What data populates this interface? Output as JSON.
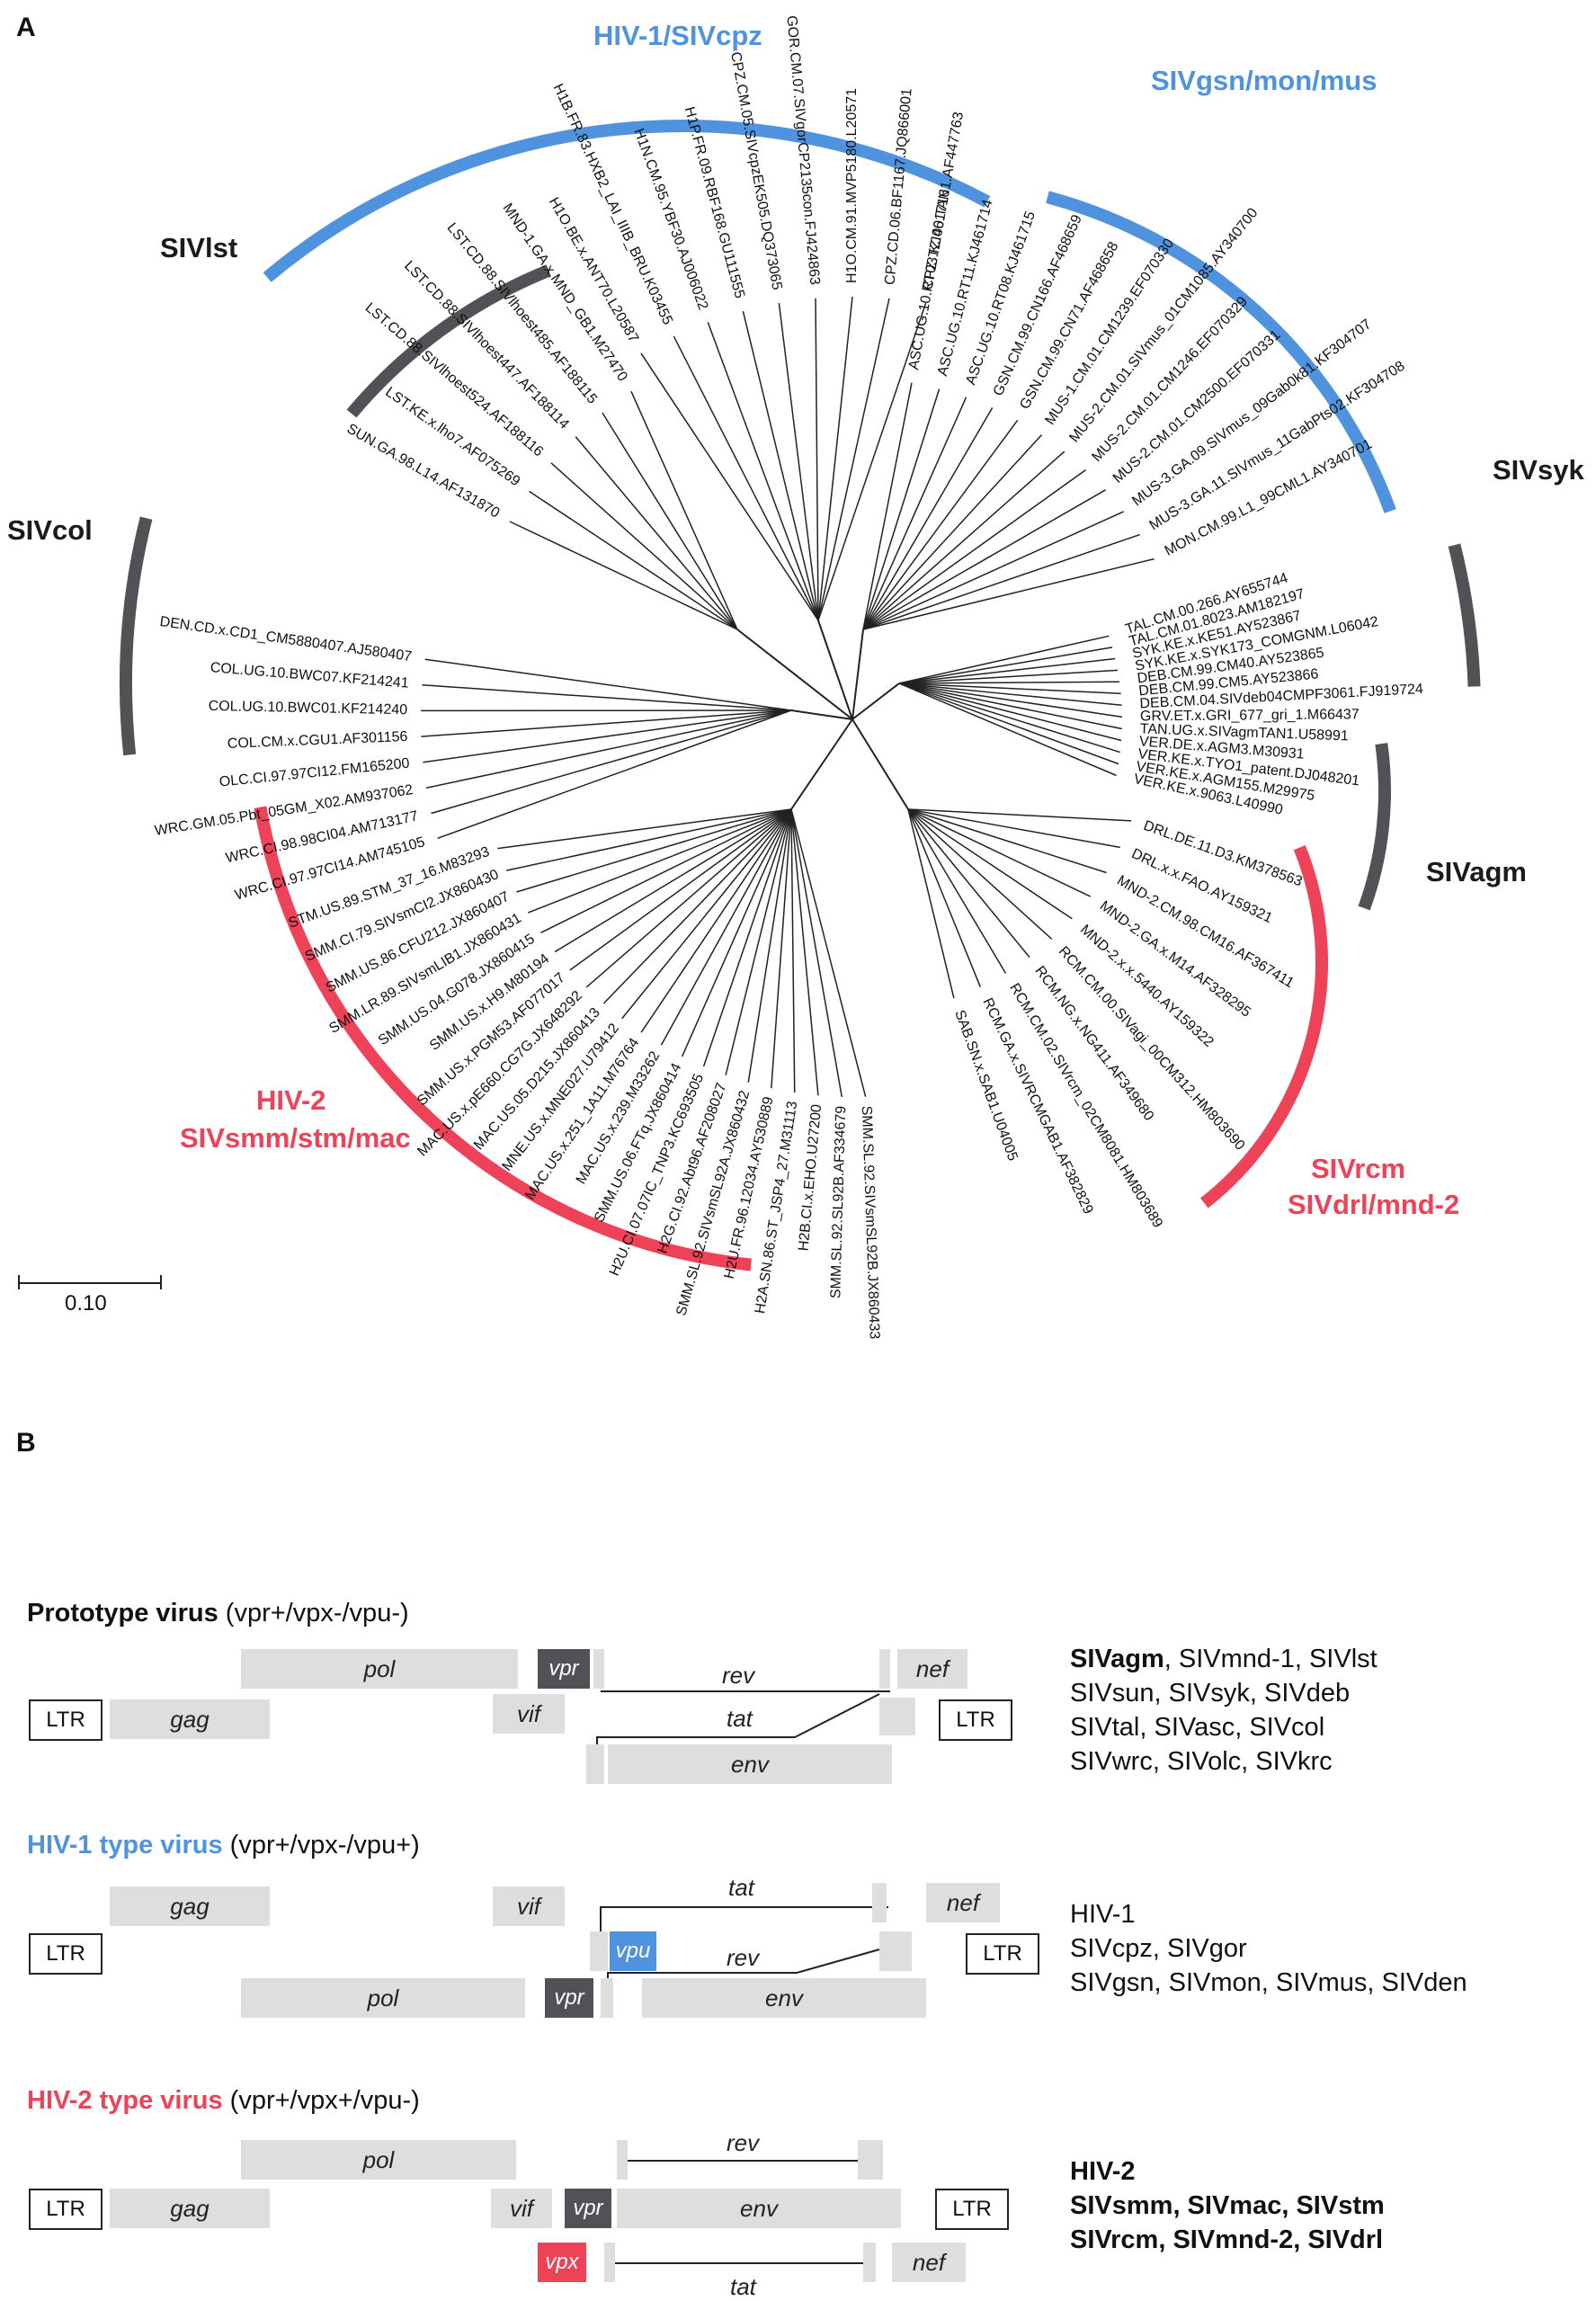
{
  "panel_a": {
    "letter": "A",
    "clades": {
      "hiv1": "HIV-1/SIVcpz",
      "gsn": "SIVgsn/mon/mus",
      "lst": "SIVlst",
      "syk": "SIVsyk",
      "col": "SIVcol",
      "agm": "SIVagm",
      "hiv2_line1": "HIV-2",
      "hiv2_line2": "SIVsmm/stm/mac",
      "rcm_line1": "SIVrcm",
      "rcm_line2": "SIVdrl/mnd-2"
    },
    "colors": {
      "blue": "#4f93de",
      "red": "#ee4259",
      "dark": "#505255"
    },
    "scale_label": "0.10",
    "tips": {
      "right": [
        "TAL.CM.00.266.AY655744",
        "TAL.CM.01.8023.AM182197",
        "SYK.KE.x.KE51.AY523867",
        "SYK.KE.x.SYK173_COMGNM.L06042",
        "DEB.CM.99.CM40.AY523865",
        "DEB.CM.99.CM5.AY523866",
        "DEB.CM.04.SIVdeb04CMPF3061.FJ919724",
        "GRV.ET.x.GRI_677_gri_1.M66437",
        "TAN.UG.x.SIVagmTAN1.U58991",
        "VER.DE.x.AGM3.M30931",
        "VER.KE.x.TYO1_patent.DJ048201",
        "VER.KE.x.AGM155.M29975",
        "VER.KE.x.9063.L40990"
      ],
      "left": [
        "DEN.CD.x.CD1_CM5880407.AJ580407",
        "COL.UG.10.BWC07.KF214241",
        "COL.UG.10.BWC01.KF214240",
        "COL.CM.x.CGU1.AF301156",
        "OLC.CI.97.97CI12.FM165200",
        "WRC.GM.05.Pbt_05GM_X02.AM937062",
        "WRC.CI.98.98CI04.AM713177",
        "WRC.CI.97.97CI14.AM745105"
      ],
      "top_left": [
        "SUN.GA.98.L14.AF131870",
        "LST.KE.x.lho7.AF075269",
        "LST.CD.88.SIVlhoest524.AF188116",
        "LST.CD.88.SIVlhoest447.AF188114",
        "LST.CD.88.SIVlhoest485.AF188115",
        "MND-1.GA.x.MND_GB1.M27470"
      ],
      "top": [
        "H1O.BE.x.ANT70.L20587",
        "H1B.FR.83.HXB2_LAI_IIIB_BRU.K03455",
        "H1N.CM.95.YBF30.AJ006022",
        "H1P.FR.09.RBF168.GU111555",
        "CPZ.CM.05.SIVcpzEK505.DQ373065",
        "GOR.CM.07.SIVgorCP2135con.FJ424863",
        "H1O.CM.91.MVP5180.L20571",
        "CPZ.CD.06.BF1167.JQ866001",
        "CPZ.TZ.00.TAN1.AF447763"
      ],
      "top_right": [
        "ASC.UG.10.RT03.KJ461716",
        "ASC.UG.10.RT11.KJ461714",
        "ASC.UG.10.RT08.KJ461715",
        "GSN.CM.99.CN166.AF468659",
        "GSN.CM.99.CN71.AF468658",
        "MUS-1.CM.01.CM1239.EF070330",
        "MUS-2.CM.01.SIVmus_01CM1085.AY340700",
        "MUS-2.CM.01.CM1246.EF070329",
        "MUS-2.CM.01.CM2500.EF070331",
        "MUS-3.GA.09.SIVmus_09Gab0k81.KF304707",
        "MUS-3.GA.11.SIVmus_11GabPts02.KF304708",
        "MON.CM.99.L1_99CML1.AY340701"
      ],
      "bottom_right": [
        "DRL.DE.11.D3.KM378563",
        "DRL.x.x.FAO.AY159321",
        "MND-2.CM.98.CM16.AF367411",
        "MND-2.GA.x.M14.AF328295",
        "MND-2.x.x.5440.AY159322",
        "RCM.CM.00.SIVagi_00CM312.HM803690",
        "RCM.NG.x.NG411.AF349680",
        "RCM.CM.02.SIVrcm_02CM8081.HM803689",
        "RCM.GA.x.SIVRCMGAB1.AF382829",
        "SAB.SN.x.SAB1.U04005"
      ],
      "bottom": [
        "STM.US.89.STM_37_16.M83293",
        "SMM.CI.79.SIVsmCI2.JX860430",
        "SMM.US.86.CFU212.JX860407",
        "SMM.LR.89.SIVsmLIB1.JX860431",
        "SMM.US.04.G078.JX860415",
        "SMM.US.x.H9.M80194",
        "SMM.US.x.PGM53.AF077017",
        "MAC.US.x.pE660.CG7G.JX648292",
        "MAC.US.05.D215.JX860413",
        "MNE.US.x.MNE027.U79412",
        "MAC.US.x.251_1A11.M76764",
        "MAC.US.x.239.M33262",
        "SMM.US.06.FTq.JX860414",
        "H2U.CI.07.07IC_TNP3.KC693505",
        "H2G.CI.92.Abt96.AF208027",
        "SMM.SL.92.SIVsmSL92A.JX860432",
        "H2U.FR.96.12034.AY530889",
        "H2A.SN.86.ST_JSP4_27.M31113",
        "H2B.CI.x.EHO.U27200",
        "SMM.SL.92.SL92B.AF334679",
        "SMM.SL.92.SIVsmSL92B.JX860433"
      ]
    }
  },
  "panel_b": {
    "letter": "B",
    "proto": {
      "title_bold": "Prototype virus",
      "title_rest": "(vpr+/vpx-/vpu-)",
      "genes": {
        "ltr": "LTR",
        "gag": "gag",
        "pol": "pol",
        "vif": "vif",
        "vpr": "vpr",
        "rev": "rev",
        "tat": "tat",
        "env": "env",
        "nef": "nef"
      },
      "viruses": [
        {
          "bold": "SIVagm",
          "rest": ", SIVmnd-1, SIVlst"
        },
        {
          "bold": "",
          "rest": "SIVsun, SIVsyk, SIVdeb"
        },
        {
          "bold": "",
          "rest": "SIVtal, SIVasc, SIVcol"
        },
        {
          "bold": "",
          "rest": "SIVwrc, SIVolc, SIVkrc"
        }
      ]
    },
    "hiv1": {
      "title_bold": "HIV-1 type virus",
      "title_rest": "(vpr+/vpx-/vpu+)",
      "genes": {
        "ltr": "LTR",
        "gag": "gag",
        "pol": "pol",
        "vif": "vif",
        "vpr": "vpr",
        "vpu": "vpu",
        "rev": "rev",
        "tat": "tat",
        "env": "env",
        "nef": "nef"
      },
      "viruses": [
        "HIV-1",
        "SIVcpz, SIVgor",
        "SIVgsn, SIVmon, SIVmus, SIVden"
      ]
    },
    "hiv2": {
      "title_bold": "HIV-2 type virus",
      "title_rest": "(vpr+/vpx+/vpu-)",
      "genes": {
        "ltr": "LTR",
        "gag": "gag",
        "pol": "pol",
        "vif": "vif",
        "vpr": "vpr",
        "vpx": "vpx",
        "rev": "rev",
        "tat": "tat",
        "env": "env",
        "nef": "nef"
      },
      "viruses": [
        "HIV-2",
        "SIVsmm, SIVmac, SIVstm",
        "SIVrcm, SIVmnd-2, SIVdrl"
      ]
    }
  }
}
